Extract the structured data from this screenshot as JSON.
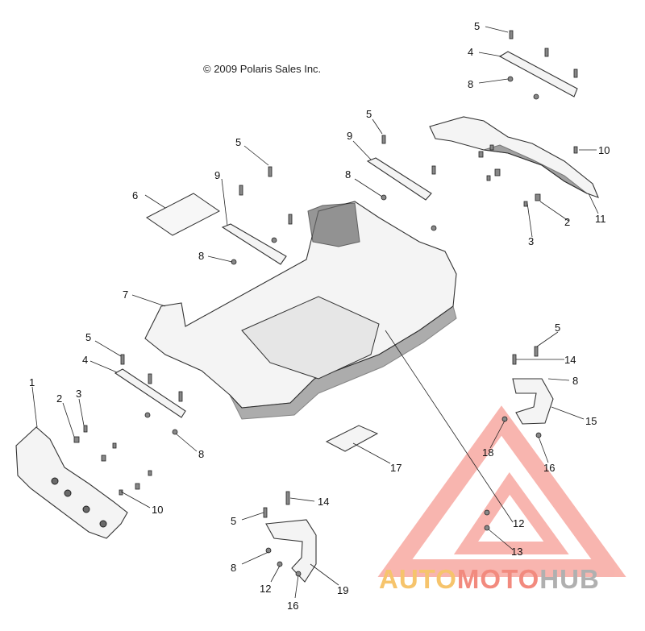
{
  "copyright": "© 2009 Polaris Sales Inc.",
  "callouts": [
    {
      "id": "c5a",
      "label": "5"
    },
    {
      "id": "c4a",
      "label": "4"
    },
    {
      "id": "c8a",
      "label": "8"
    },
    {
      "id": "c5b",
      "label": "5"
    },
    {
      "id": "c9a",
      "label": "9"
    },
    {
      "id": "c10a",
      "label": "10"
    },
    {
      "id": "c8b",
      "label": "8"
    },
    {
      "id": "c2a",
      "label": "2"
    },
    {
      "id": "c3a",
      "label": "3"
    },
    {
      "id": "c11",
      "label": "11"
    },
    {
      "id": "c5c",
      "label": "5"
    },
    {
      "id": "c9b",
      "label": "9"
    },
    {
      "id": "c6",
      "label": "6"
    },
    {
      "id": "c8c",
      "label": "8"
    },
    {
      "id": "c7",
      "label": "7"
    },
    {
      "id": "c5d",
      "label": "5"
    },
    {
      "id": "c4b",
      "label": "4"
    },
    {
      "id": "c1",
      "label": "1"
    },
    {
      "id": "c2b",
      "label": "2"
    },
    {
      "id": "c3b",
      "label": "3"
    },
    {
      "id": "c8d",
      "label": "8"
    },
    {
      "id": "c10b",
      "label": "10"
    },
    {
      "id": "c5e",
      "label": "5"
    },
    {
      "id": "c14a",
      "label": "14"
    },
    {
      "id": "c8e",
      "label": "8"
    },
    {
      "id": "c15",
      "label": "15"
    },
    {
      "id": "c18",
      "label": "18"
    },
    {
      "id": "c16a",
      "label": "16"
    },
    {
      "id": "c17",
      "label": "17"
    },
    {
      "id": "c12a",
      "label": "12"
    },
    {
      "id": "c13",
      "label": "13"
    },
    {
      "id": "c14b",
      "label": "14"
    },
    {
      "id": "c5f",
      "label": "5"
    },
    {
      "id": "c8f",
      "label": "8"
    },
    {
      "id": "c12b",
      "label": "12"
    },
    {
      "id": "c19",
      "label": "19"
    },
    {
      "id": "c16b",
      "label": "16"
    }
  ],
  "watermark": {
    "part1": "AUTO",
    "part2": "MOTO",
    "part3": "HUB"
  },
  "colors": {
    "watermark_yellow": "#f6c46c",
    "watermark_red": "#f28a7e",
    "watermark_gray": "#b0b0b0"
  }
}
